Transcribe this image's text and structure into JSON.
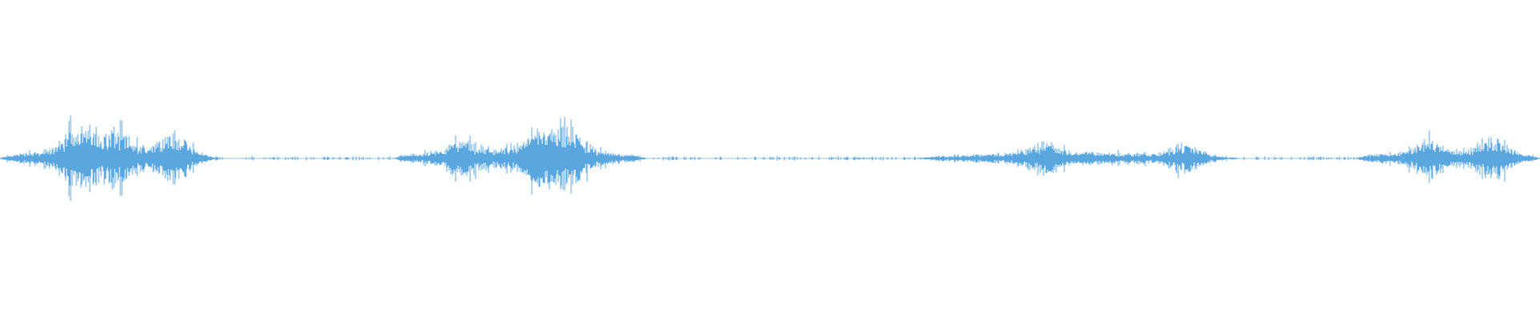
{
  "waveform": {
    "color": "#5aa7e0",
    "background": "#ffffff",
    "segments": [
      {
        "start": 0.0,
        "end": 0.14,
        "peak": 0.95,
        "bumps": [
          [
            0.052,
            1.0
          ],
          [
            0.075,
            0.55
          ],
          [
            0.112,
            0.62
          ]
        ]
      },
      {
        "start": 0.14,
        "end": 0.255,
        "peak": 0.05,
        "sparse": true
      },
      {
        "start": 0.255,
        "end": 0.42,
        "peak": 0.9,
        "bumps": [
          [
            0.3,
            0.35
          ],
          [
            0.35,
            0.55
          ],
          [
            0.368,
            0.92
          ]
        ]
      },
      {
        "start": 0.42,
        "end": 0.595,
        "peak": 0.05,
        "sparse": true
      },
      {
        "start": 0.595,
        "end": 0.805,
        "peak": 0.55,
        "bumps": [
          [
            0.678,
            0.62
          ],
          [
            0.77,
            0.6
          ]
        ]
      },
      {
        "start": 0.805,
        "end": 0.88,
        "peak": 0.08,
        "sparse": true
      },
      {
        "start": 0.88,
        "end": 1.0,
        "peak": 0.72,
        "bumps": [
          [
            0.93,
            0.55
          ],
          [
            0.97,
            0.7
          ]
        ]
      }
    ]
  }
}
